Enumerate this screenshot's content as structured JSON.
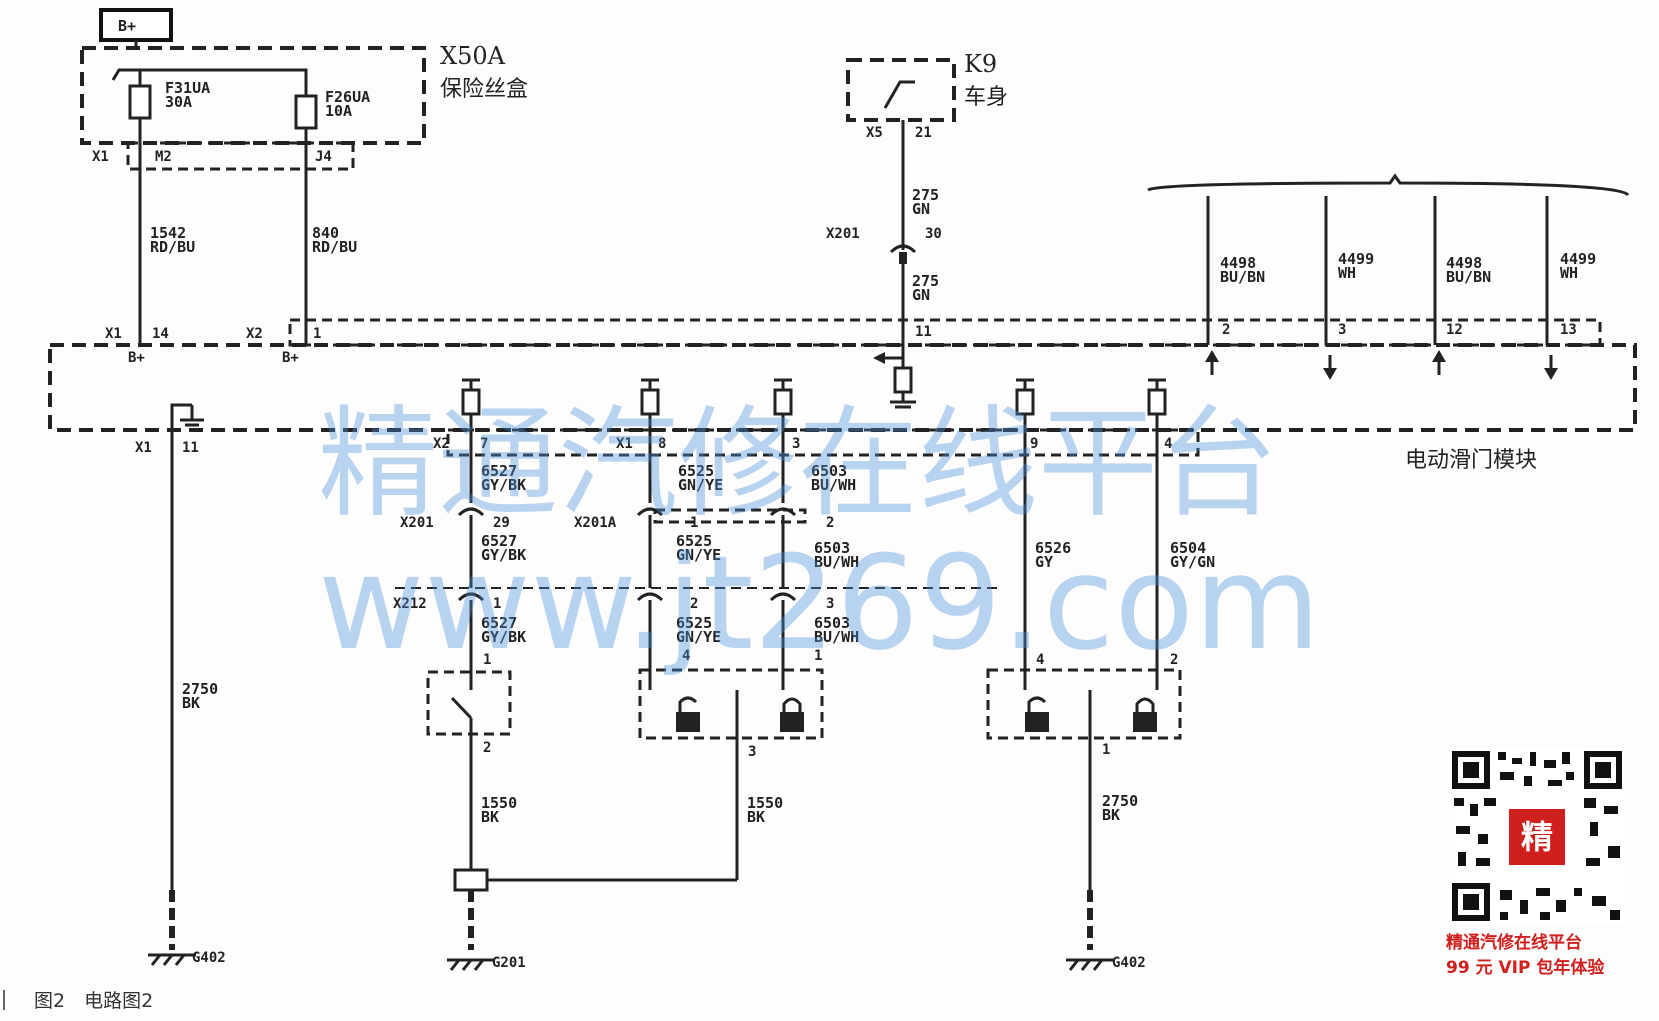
{
  "power": {
    "battery_label": "B+"
  },
  "fuse_box": {
    "id": "X50A",
    "name": "保险丝盒",
    "fuse1": {
      "name": "F31UA",
      "rating": "30A"
    },
    "fuse2": {
      "name": "F26UA",
      "rating": "10A"
    },
    "conn_x1": "X1",
    "pin_m2": "M2",
    "pin_j4": "J4"
  },
  "k9": {
    "id": "K9",
    "name": "车身",
    "conn": "X5",
    "pin": "21"
  },
  "wires": {
    "w1542": {
      "num": "1542",
      "color": "RD/BU"
    },
    "w840": {
      "num": "840",
      "color": "RD/BU"
    },
    "w275a": {
      "num": "275",
      "color": "GN"
    },
    "w275b": {
      "num": "275",
      "color": "GN"
    },
    "w4498a": {
      "num": "4498",
      "color": "BU/BN"
    },
    "w4499a": {
      "num": "4499",
      "color": "WH"
    },
    "w4498b": {
      "num": "4498",
      "color": "BU/BN"
    },
    "w4499b": {
      "num": "4499",
      "color": "WH"
    },
    "w6527a": {
      "num": "6527",
      "color": "GY/BK"
    },
    "w6525a": {
      "num": "6525",
      "color": "GN/YE"
    },
    "w6503a": {
      "num": "6503",
      "color": "BU/WH"
    },
    "w6527b": {
      "num": "6527",
      "color": "GY/BK"
    },
    "w6525b": {
      "num": "6525",
      "color": "GN/YE"
    },
    "w6503b": {
      "num": "6503",
      "color": "BU/WH"
    },
    "w6526": {
      "num": "6526",
      "color": "GY"
    },
    "w6504": {
      "num": "6504",
      "color": "GY/GN"
    },
    "w6527c": {
      "num": "6527",
      "color": "GY/BK"
    },
    "w6525c": {
      "num": "6525",
      "color": "GN/YE"
    },
    "w6503c": {
      "num": "6503",
      "color": "BU/WH"
    },
    "w2750a": {
      "num": "2750",
      "color": "BK"
    },
    "w1550a": {
      "num": "1550",
      "color": "BK"
    },
    "w1550b": {
      "num": "1550",
      "color": "BK"
    },
    "w2750b": {
      "num": "2750",
      "color": "BK"
    }
  },
  "connectors": {
    "x201_top": "X201",
    "x201_top_pin": "30",
    "x201": "X201",
    "x201_pin": "29",
    "x201a": "X201A",
    "x201a_pin1": "1",
    "x201a_pin2": "2",
    "x212": "X212",
    "x212_pin1": "1",
    "x212_pin2": "2",
    "x212_pin3": "3"
  },
  "module": {
    "name": "电动滑门模块",
    "x1": "X1",
    "x1_pin": "14",
    "x1_bplus": "B+",
    "x2": "X2",
    "x2_pin": "1",
    "x2_bplus": "B+",
    "pin11": "11",
    "pin2": "2",
    "pin3": "3",
    "pin12": "12",
    "pin13": "13",
    "gnd_x1": "X1",
    "gnd_pin": "11",
    "x2b": "X2",
    "pin7": "7",
    "x1b": "X1",
    "pin8": "8",
    "pin3b": "3",
    "pin9": "9",
    "pin4": "4"
  },
  "components": {
    "switch_pin1": "1",
    "switch_pin2": "2",
    "lock1_pin4": "4",
    "lock1_pin1": "1",
    "lock1_pin3": "3",
    "lock2_pin4": "4",
    "lock2_pin2": "2",
    "lock2_pin1": "1"
  },
  "grounds": {
    "g1": "G402",
    "g2": "G201",
    "g3": "G402"
  },
  "watermark": {
    "line1": "精通汽修在线平台",
    "line2": "www.jt269.com"
  },
  "promo": {
    "line1": "精通汽修在线平台",
    "line2": "99 元 VIP 包年体验",
    "qr_char": "精"
  },
  "caption": {
    "text": "图2　电路图2"
  }
}
